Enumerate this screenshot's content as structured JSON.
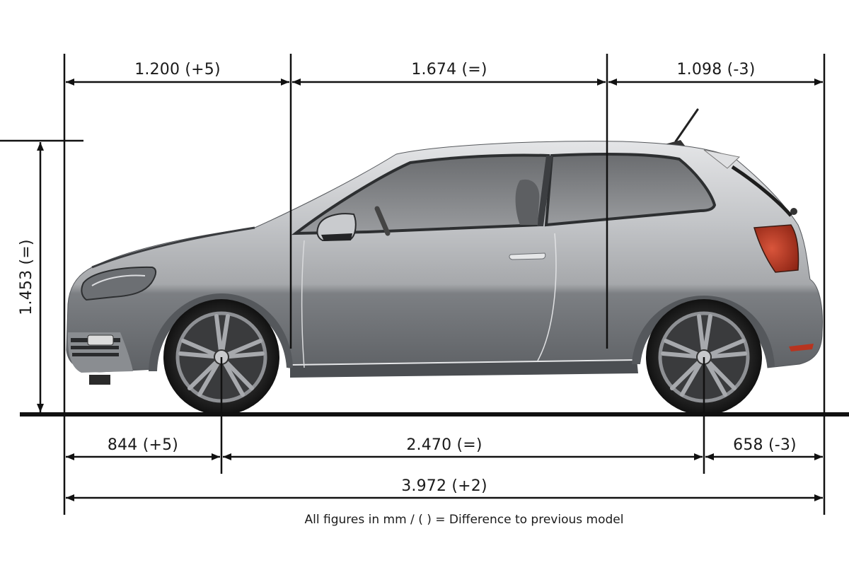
{
  "diagram": {
    "type": "vehicle-dimension-drawing",
    "view": "side profile, 3-door hatchback",
    "unit": "mm",
    "footnote": "All figures in mm / ( ) = Difference to previous model",
    "dimensions": {
      "front_to_a_pillar": {
        "label": "1.200 (+5)",
        "value": 1200,
        "delta": "+5"
      },
      "a_pillar_to_c_pillar": {
        "label": "1.674 (=)",
        "value": 1674,
        "delta": "="
      },
      "c_pillar_to_rear": {
        "label": "1.098 (-3)",
        "value": 1098,
        "delta": "-3"
      },
      "height": {
        "label": "1.453 (=)",
        "value": 1453,
        "delta": "="
      },
      "front_overhang": {
        "label": "844 (+5)",
        "value": 844,
        "delta": "+5"
      },
      "wheelbase": {
        "label": "2.470 (=)",
        "value": 2470,
        "delta": "="
      },
      "rear_overhang": {
        "label": "658 (-3)",
        "value": 658,
        "delta": "-3"
      },
      "overall_length": {
        "label": "3.972 (+2)",
        "value": 3972,
        "delta": "+2"
      }
    },
    "colors": {
      "line": "#111111",
      "body_silver": "#b9bbbe",
      "body_shadow": "#6f7276",
      "glass": "#7d7f82",
      "tire": "#1e1e1e",
      "rim": "#9a9ca0",
      "tail_light": "#b8341f"
    }
  }
}
